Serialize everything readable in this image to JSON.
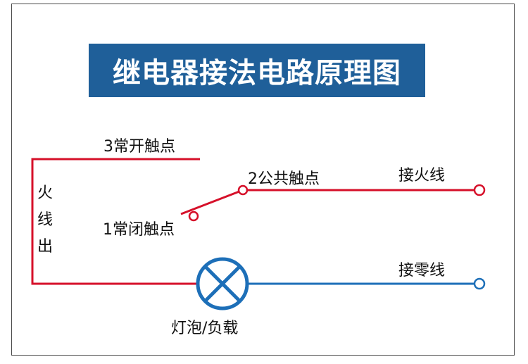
{
  "title": "继电器接法电路原理图",
  "colors": {
    "title_bg": "#1f5f99",
    "live_wire": "#d6102a",
    "neutral_wire": "#1d6fb8",
    "frame": "#4a4a4a",
    "text": "#111111"
  },
  "labels": {
    "no_contact": "3常开触点",
    "common_contact": "2公共触点",
    "nc_contact": "1常闭触点",
    "live_in": "接火线",
    "neutral_in": "接零线",
    "live_out": "火线出",
    "load": "灯泡/负载"
  },
  "icons": {
    "load": "lamp-cross-circle-icon",
    "terminal": "terminal-circle-icon"
  }
}
